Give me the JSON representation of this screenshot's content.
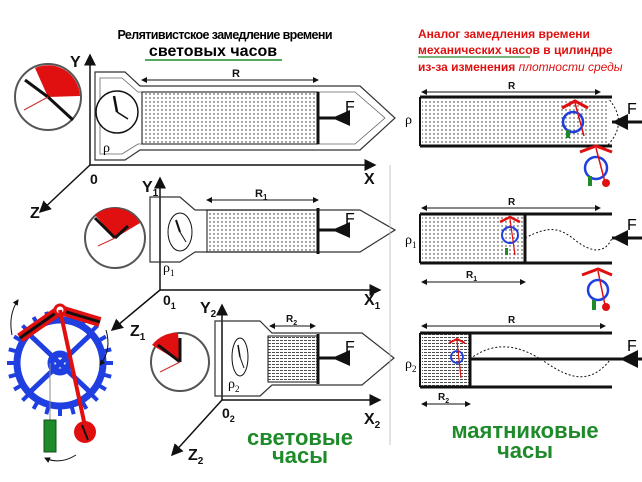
{
  "left_title": {
    "line1": "Релятивистское замедление времени",
    "line2": "световых часов"
  },
  "right_title": {
    "line1": "Аналог замедления времени",
    "line2a": "механических часов",
    "line2b": " в цилиндре",
    "line3a": "из-за изменения ",
    "line3b": "плотности среды"
  },
  "frames": [
    {
      "origin": "0",
      "y": "Y",
      "x": "X",
      "z": "Z",
      "length": "R",
      "force": "F",
      "density": "ρ"
    },
    {
      "origin": "0",
      "origin_sub": "1",
      "y": "Y",
      "y_sub": "1",
      "x": "X",
      "x_sub": "1",
      "z": "Z",
      "z_sub": "1",
      "length": "R",
      "length_sub": "1",
      "force": "F",
      "density": "ρ",
      "density_sub": "1"
    },
    {
      "origin": "0",
      "origin_sub": "2",
      "y": "Y",
      "y_sub": "2",
      "x": "X",
      "x_sub": "2",
      "z": "Z",
      "z_sub": "2",
      "length": "R",
      "length_sub": "2",
      "force": "F",
      "density": "ρ",
      "density_sub": "2"
    }
  ],
  "cylinders": [
    {
      "length": "R",
      "force": "F",
      "density": "ρ"
    },
    {
      "length": "R",
      "sub_length": "R",
      "sub_length_sub": "1",
      "force": "F",
      "density": "ρ",
      "density_sub": "1"
    },
    {
      "length": "R",
      "sub_length": "R",
      "sub_length_sub": "2",
      "force": "F",
      "density": "ρ",
      "density_sub": "2"
    }
  ],
  "captions": {
    "light_line1": "световые",
    "light_line2": "часы",
    "pendulum_line1": "маятниковые",
    "pendulum_line2": "часы"
  },
  "colors": {
    "red": "#e01010",
    "green": "#1e8a2a",
    "blue": "#1f3fe0"
  }
}
